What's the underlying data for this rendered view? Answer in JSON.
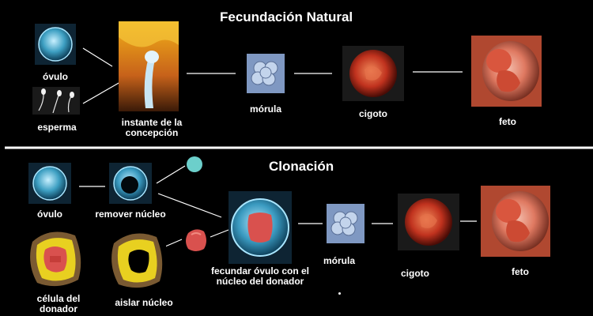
{
  "titles": {
    "natural": "Fecundación Natural",
    "cloning": "Clonación"
  },
  "natural": {
    "ovum": "óvulo",
    "sperm": "esperma",
    "conception": "instante de la concepción",
    "morula": "mórula",
    "zygote": "cigoto",
    "fetus": "feto"
  },
  "cloning": {
    "ovum": "óvulo",
    "remove_nucleus": "remover núcleo",
    "donor_cell": "célula del donador",
    "isolate_nucleus": "aislar núcleo",
    "fertilize": "fecundar óvulo con el núcleo del donador",
    "morula": "mórula",
    "zygote": "cigoto",
    "fetus": "feto"
  },
  "colors": {
    "background": "#000000",
    "text": "#ffffff",
    "connector": "#ffffff",
    "divider": "#ffffff",
    "extracted_nucleus": "#6ccfcb",
    "donor_nucleus": "#d9514e"
  }
}
